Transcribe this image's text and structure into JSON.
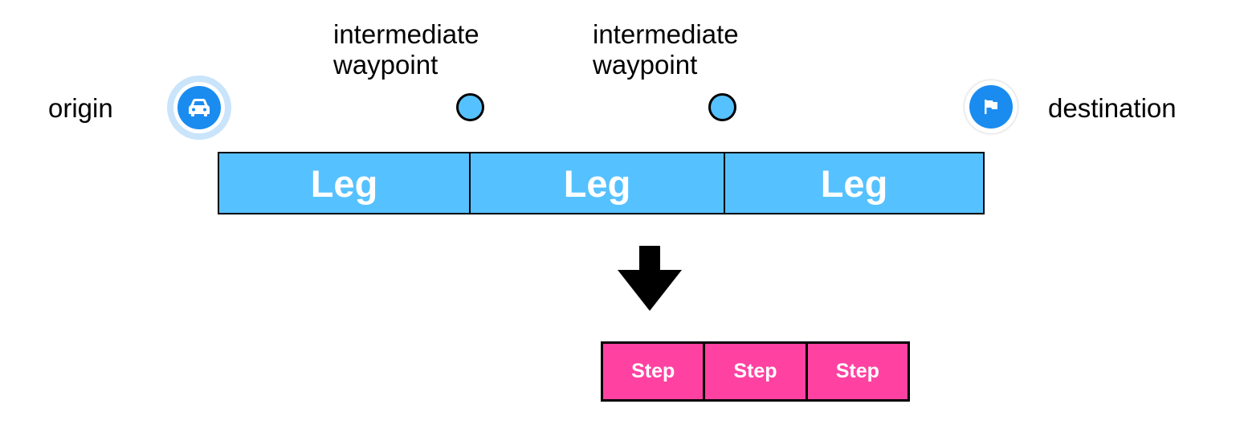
{
  "labels": {
    "origin": "origin",
    "waypoint_1": [
      "intermediate",
      "waypoint"
    ],
    "waypoint_2": [
      "intermediate",
      "waypoint"
    ],
    "destination": "destination"
  },
  "icons": {
    "origin": "car-icon",
    "destination": "flag-icon"
  },
  "legs": [
    "Leg",
    "Leg",
    "Leg"
  ],
  "steps": [
    "Step",
    "Step",
    "Step"
  ],
  "colors": {
    "leg_fill": "#56c1ff",
    "step_fill": "#ff42a1",
    "marker_blue": "#1a8cf0",
    "waypoint_fill": "#56c1ff"
  }
}
